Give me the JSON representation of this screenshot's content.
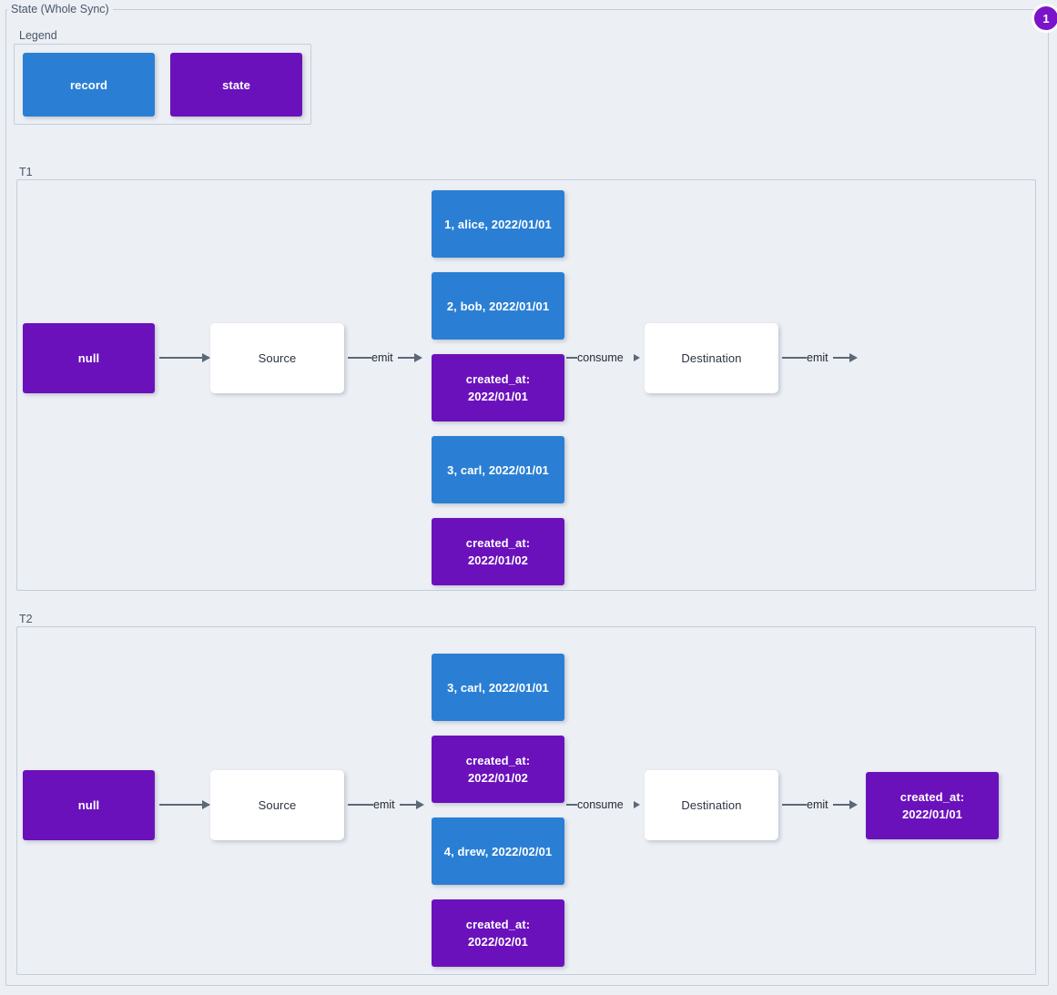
{
  "diagram": {
    "title": "State (Whole Sync)",
    "badge": "1",
    "colors": {
      "record": "#2a7fd4",
      "state": "#6b11bc",
      "plain": "#ffffff",
      "edge": "#5b6877",
      "background": "#eceff4",
      "frame_border": "#c3cedb",
      "badge": "#7b14c8"
    }
  },
  "legend": {
    "label": "Legend",
    "items": [
      {
        "label": "record",
        "kind": "record"
      },
      {
        "label": "state",
        "kind": "state"
      }
    ]
  },
  "groups": [
    {
      "label": "T1",
      "nodes": {
        "initial_state": "null",
        "source": "Source",
        "destination": "Destination",
        "final_state": ""
      },
      "stream": [
        {
          "text": "1, alice, 2022/01/01",
          "kind": "record"
        },
        {
          "text": "2, bob, 2022/01/01",
          "kind": "record"
        },
        {
          "text": "created_at:\n2022/01/01",
          "kind": "state"
        },
        {
          "text": "3, carl, 2022/01/01",
          "kind": "record"
        },
        {
          "text": "created_at:\n2022/01/02",
          "kind": "state"
        }
      ],
      "edges": {
        "state_to_source": "",
        "source_emit": "emit",
        "consume": "consume",
        "destination_emit": "emit"
      }
    },
    {
      "label": "T2",
      "nodes": {
        "initial_state": "null",
        "source": "Source",
        "destination": "Destination",
        "final_state": "created_at:\n2022/01/01"
      },
      "stream": [
        {
          "text": "3, carl, 2022/01/01",
          "kind": "record"
        },
        {
          "text": "created_at:\n2022/01/02",
          "kind": "state"
        },
        {
          "text": "4, drew, 2022/02/01",
          "kind": "record"
        },
        {
          "text": "created_at:\n2022/02/01",
          "kind": "state"
        }
      ],
      "edges": {
        "state_to_source": "",
        "source_emit": "emit",
        "consume": "consume",
        "destination_emit": "emit"
      }
    }
  ]
}
